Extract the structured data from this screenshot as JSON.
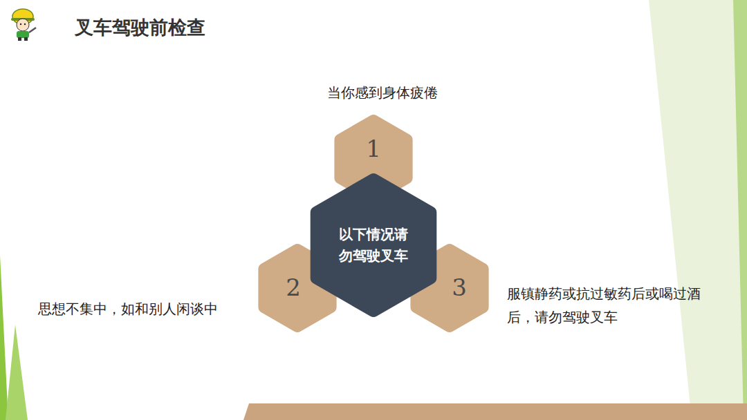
{
  "diagram": {
    "title": "叉车驾驶前检查",
    "nodes": [
      {
        "text": [
          "当你感到身体疲倦",
          "1"
        ]
      },
      {
        "text": [
          "以下情况请 勿驾驶叉车"
        ]
      },
      {
        "text": [
          "思想不集中，如和别人闲谈中",
          "2"
        ]
      },
      {
        "text": [
          "服镇静药或抗过敏药后或喝过酒后，请勿驾驶叉车",
          "3"
        ]
      }
    ]
  }
}
